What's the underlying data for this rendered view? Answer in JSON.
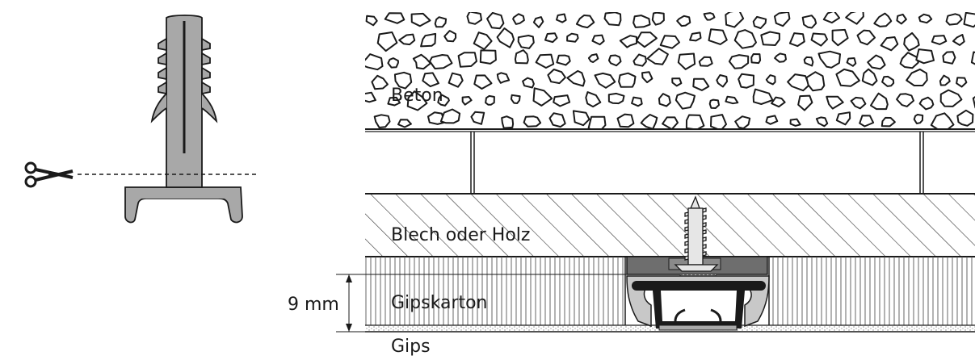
{
  "labels": {
    "concrete": "Beton",
    "sheet": "Blech oder Holz",
    "plasterboard": "Gipskarton",
    "plaster": "Gips",
    "thickness": "9 mm"
  },
  "icons": {
    "scissors": "scissors-icon",
    "anchor": "wall-plug-anchor-icon",
    "screw": "screw-icon"
  }
}
